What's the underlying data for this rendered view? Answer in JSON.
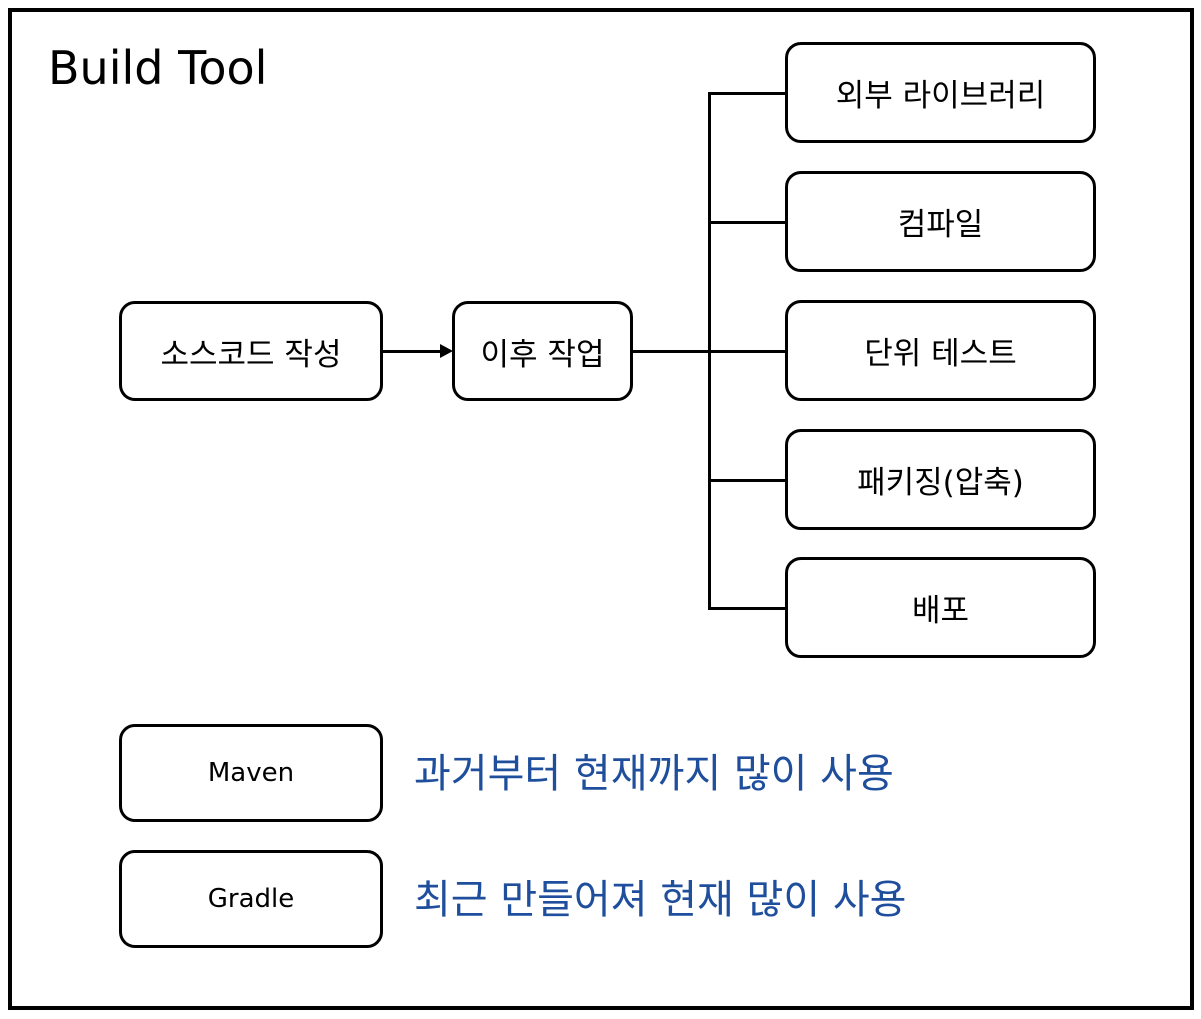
{
  "slide": {
    "title": "Build Tool",
    "border_color": "#000000",
    "background_color": "#ffffff",
    "accent_color": "#1F4E9C"
  },
  "flow": {
    "start_node": "소스코드 작성",
    "next_node": "이후 작업",
    "arrow": "arrow-right"
  },
  "tasks": [
    {
      "label": "외부 라이브러리"
    },
    {
      "label": "컴파일"
    },
    {
      "label": "단위 테스트"
    },
    {
      "label": "패키징(압축)"
    },
    {
      "label": "배포"
    }
  ],
  "tools": [
    {
      "name": "Maven",
      "note": "과거부터 현재까지 많이 사용"
    },
    {
      "name": "Gradle",
      "note": "최근 만들어져 현재 많이 사용"
    }
  ]
}
